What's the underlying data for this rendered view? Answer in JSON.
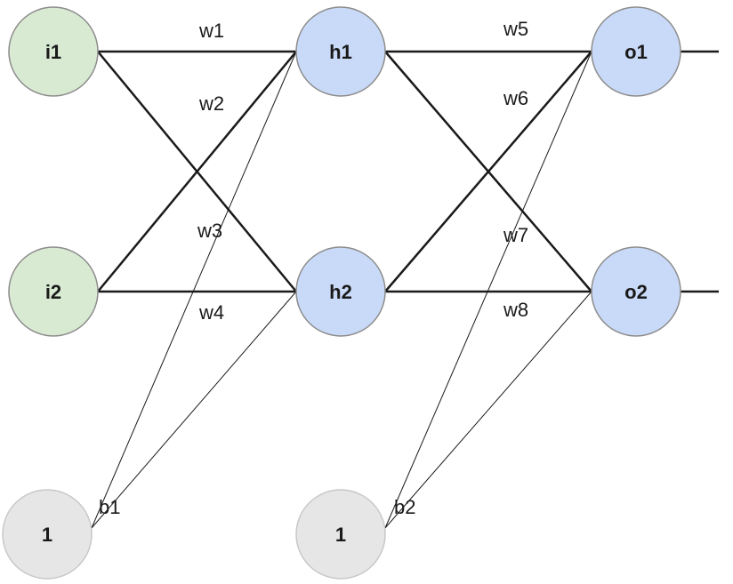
{
  "nodes": {
    "i1": {
      "label": "i1",
      "color": "#d9ead3"
    },
    "i2": {
      "label": "i2",
      "color": "#d9ead3"
    },
    "h1": {
      "label": "h1",
      "color": "#c9daf8"
    },
    "h2": {
      "label": "h2",
      "color": "#c9daf8"
    },
    "o1": {
      "label": "o1",
      "color": "#c9daf8"
    },
    "o2": {
      "label": "o2",
      "color": "#c9daf8"
    },
    "b1": {
      "label": "1",
      "color": "#e6e6e6"
    },
    "b2": {
      "label": "1",
      "color": "#e6e6e6"
    }
  },
  "weights": {
    "w1": "w1",
    "w2": "w2",
    "w3": "w3",
    "w4": "w4",
    "w5": "w5",
    "w6": "w6",
    "w7": "w7",
    "w8": "w8"
  },
  "bias_labels": {
    "b1": "b1",
    "b2": "b2"
  }
}
